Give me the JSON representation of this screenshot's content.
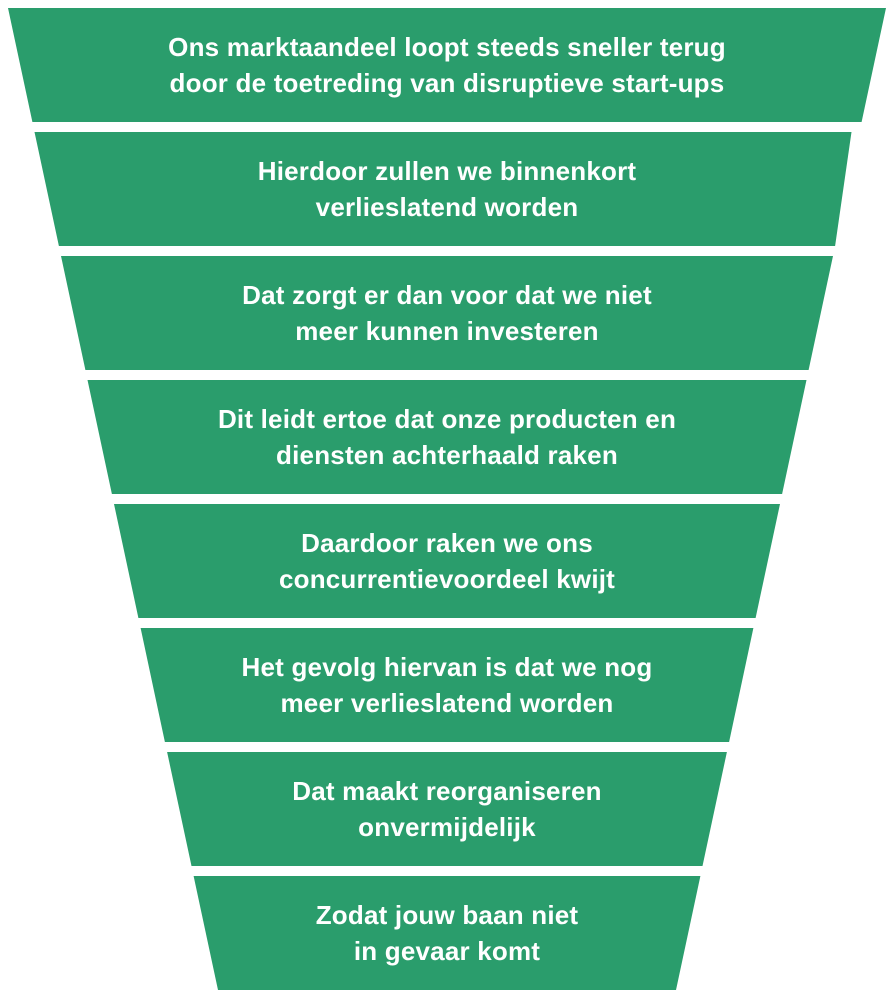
{
  "funnel": {
    "colors": {
      "segment": "#2a9d6c",
      "text": "#ffffff",
      "background": "#ffffff"
    },
    "segments": [
      {
        "lines": [
          "Ons marktaandeel loopt steeds sneller terug",
          "door de toetreding van disruptieve start-ups"
        ]
      },
      {
        "lines": [
          "Hierdoor zullen we binnenkort",
          "verlieslatend worden"
        ]
      },
      {
        "lines": [
          "Dat zorgt er dan voor dat we niet",
          "meer kunnen investeren"
        ]
      },
      {
        "lines": [
          "Dit leidt ertoe dat onze producten en",
          "diensten achterhaald raken"
        ]
      },
      {
        "lines": [
          "Daardoor raken we ons",
          "concurrentievoordeel kwijt"
        ]
      },
      {
        "lines": [
          "Het gevolg hiervan is dat we nog",
          "meer verlieslatend worden"
        ]
      },
      {
        "lines": [
          "Dat maakt reorganiseren",
          "onvermijdelijk"
        ]
      },
      {
        "lines": [
          "Zodat jouw baan niet",
          "in gevaar komt"
        ]
      }
    ]
  }
}
